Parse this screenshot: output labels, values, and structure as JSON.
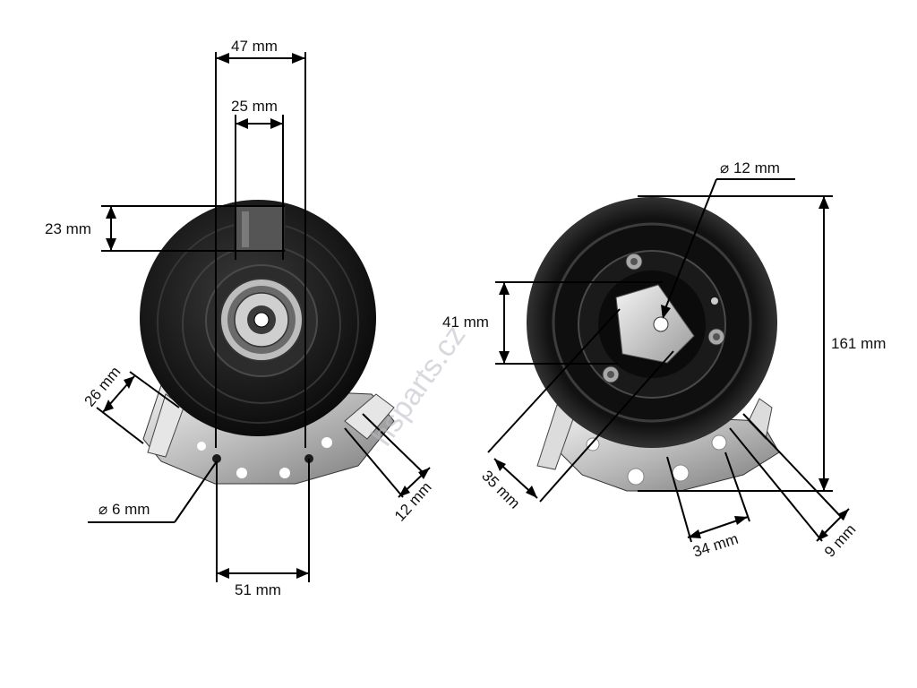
{
  "watermark": "hsparts.cz",
  "left_view": {
    "dims": {
      "top_width": "47 mm",
      "inner_width": "25 mm",
      "tab_height": "23 mm",
      "slot_length": "26 mm",
      "hole_diameter": "⌀ 6 mm",
      "hole_spacing": "51 mm",
      "slot_width": "12 mm"
    }
  },
  "right_view": {
    "dims": {
      "bore_diameter": "⌀ 12 mm",
      "overall_height": "161 mm",
      "inner_height": "41 mm",
      "hub_width": "35 mm",
      "bracket_spacing": "34 mm",
      "bracket_slot": "9 mm"
    }
  },
  "colors": {
    "body": "#1b1b1b",
    "plate": "#d8d8d8",
    "line": "#000000"
  }
}
